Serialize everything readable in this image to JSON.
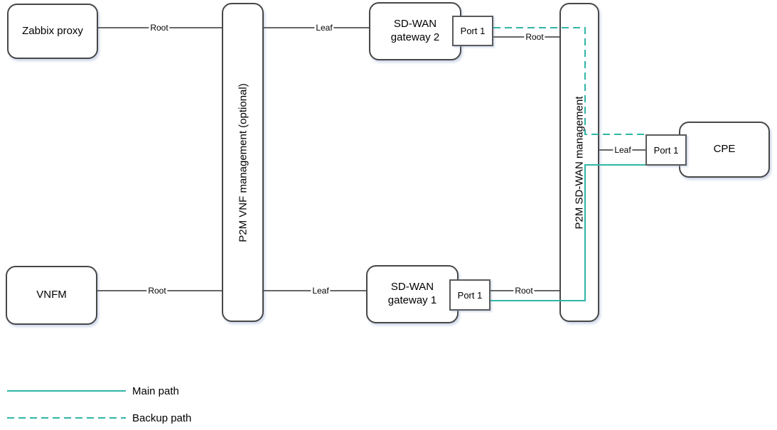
{
  "diagram": {
    "nodes": {
      "zabbix_proxy": "Zabbix proxy",
      "vnfm": "VNFM",
      "vnf_management_bar": "P2M VNF management (optional)",
      "sdwan_gateway_2": "SD-WAN gateway 2",
      "sdwan_gateway_1": "SD-WAN gateway 1",
      "sdwan_management_bar": "P2M SD-WAN management",
      "gateway2_port": "Port 1",
      "gateway1_port": "Port 1",
      "cpe_port": "Port 1",
      "cpe": "CPE"
    },
    "edge_labels": {
      "zabbix_to_vnf": "Root",
      "vnf_to_gw2": "Leaf",
      "gw2_to_sdwan": "Root",
      "vnfm_to_vnf": "Root",
      "vnf_to_gw1": "Leaf",
      "gw1_to_sdwan": "Root",
      "sdwan_to_cpe": "Leaf"
    },
    "legend": {
      "main_path": "Main path",
      "backup_path": "Backup path"
    },
    "colors": {
      "path_teal": "#30b5a6",
      "connector_gray": "#666666"
    }
  }
}
